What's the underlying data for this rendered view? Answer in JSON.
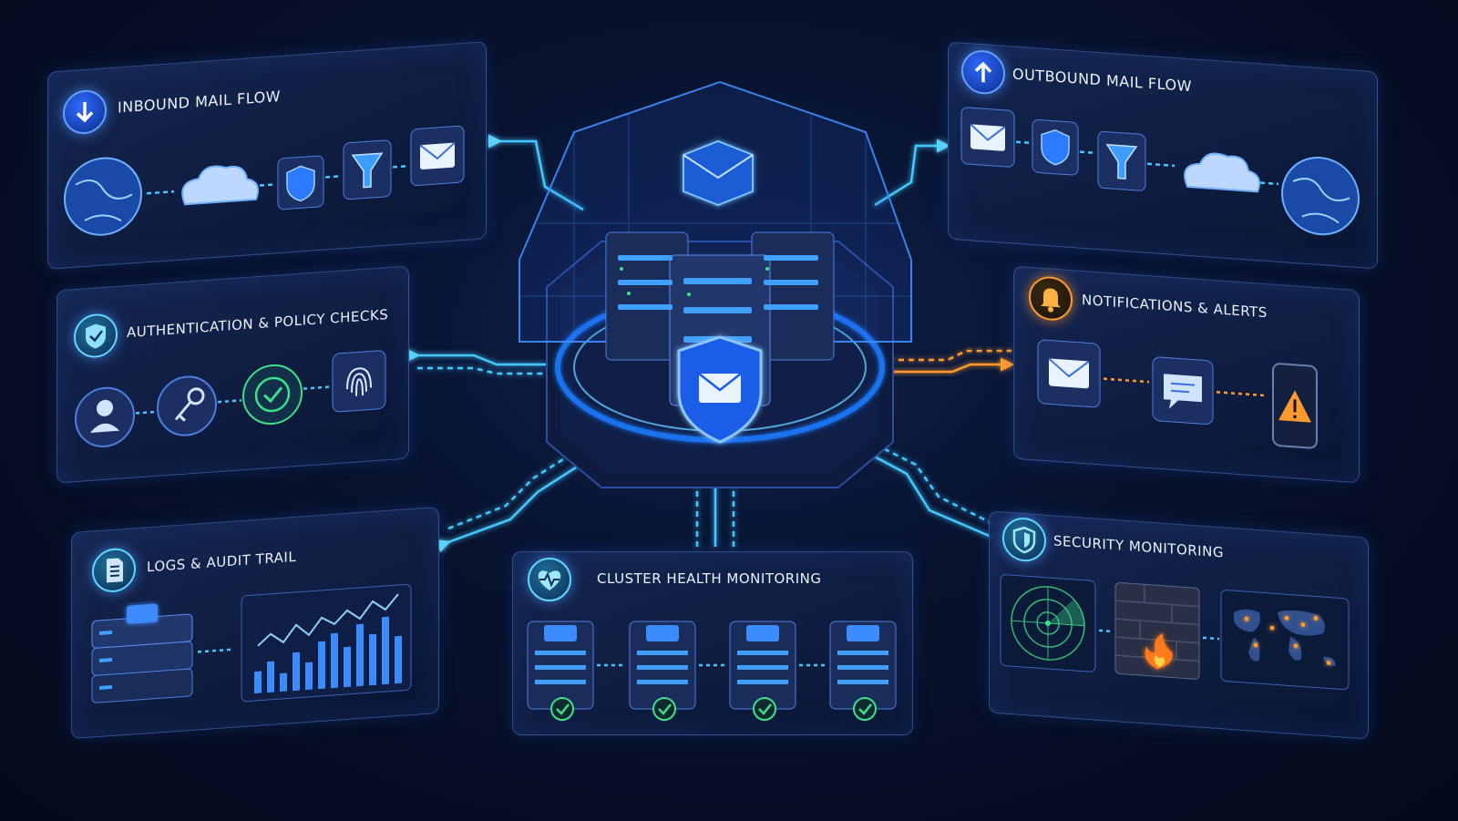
{
  "panels": {
    "inbound": {
      "title": "INBOUND MAIL FLOW"
    },
    "outbound": {
      "title": "OUTBOUND MAIL FLOW"
    },
    "auth": {
      "title": "AUTHENTICATION & POLICY CHECKS"
    },
    "notify": {
      "title": "NOTIFICATIONS & ALERTS"
    },
    "logs": {
      "title": "LOGS & AUDIT TRAIL"
    },
    "health": {
      "title": "CLUSTER HEALTH MONITORING"
    },
    "security": {
      "title": "SECURITY MONITORING"
    }
  },
  "icons": {
    "inbound": [
      "arrow-down-icon",
      "globe-icon",
      "cloud-icon",
      "shield-icon",
      "filter-funnel-icon",
      "envelope-icon"
    ],
    "outbound": [
      "arrow-up-icon",
      "envelope-icon",
      "shield-icon",
      "filter-funnel-icon",
      "cloud-icon",
      "globe-icon"
    ],
    "auth": [
      "shield-check-icon",
      "user-icon",
      "key-icon",
      "checkmark-icon",
      "fingerprint-icon"
    ],
    "notify": [
      "bell-icon",
      "envelope-icon",
      "chat-bubble-icon",
      "phone-warning-icon"
    ],
    "logs": [
      "document-icon",
      "server-stack-icon",
      "bar-line-chart-icon"
    ],
    "health": [
      "heart-pulse-icon",
      "server-check-icon"
    ],
    "security": [
      "shield-icon",
      "radar-icon",
      "firewall-icon",
      "world-map-icon"
    ]
  },
  "colors": {
    "background": "#050c22",
    "accent": "#3c8bff",
    "glow": "#39d5ff",
    "alert": "#ff9a2e",
    "ok": "#3fe08a"
  }
}
